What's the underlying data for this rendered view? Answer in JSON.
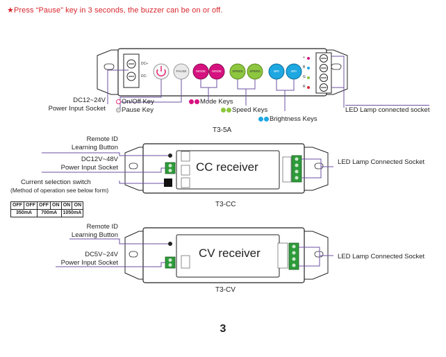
{
  "note": "★Press “Pause” key in 3 seconds, the buzzer can be  on or off.",
  "t35a": {
    "dc_plus": "DC+",
    "dc_minus": "DC-",
    "keys": {
      "power": "",
      "pause": "PAUSE",
      "mode": "MODE",
      "speed": "SPEED",
      "bri": "BRI"
    },
    "channels": [
      "+",
      "B",
      "G",
      "R"
    ],
    "power_socket_line1": "DC12~24V",
    "power_socket_line2": "Power Input Socket",
    "onoff_key": "On/Off  Key",
    "pause_key": "Pause Key",
    "mode_keys": "Mode Keys",
    "speed_keys": "Speed Keys",
    "brightness_keys": "Brightness Keys",
    "led_socket": "LED Lamp connected socket",
    "caption": "T3-5A"
  },
  "t3cc": {
    "remote_line1": "Remote ID",
    "remote_line2": "Learning Button",
    "power_line1": "DC12V~48V",
    "power_line2": "Power Input Socket",
    "switch_line1": "Current selection switch",
    "switch_line2": "(Method of operation see below form)",
    "receiver": "CC receiver",
    "led_socket": "LED Lamp Connected Socket",
    "caption": "T3-CC",
    "table_row1": [
      "OFF",
      "OFF",
      "OFF",
      "ON",
      "ON",
      "ON"
    ],
    "table_row2": [
      "350mA",
      "700mA",
      "1050mA"
    ]
  },
  "t3cv": {
    "remote_line1": "Remote ID",
    "remote_line2": "Learning Button",
    "power_line1": "DC5V~24V",
    "power_line2": "Power Input Socket",
    "receiver": "CV receiver",
    "led_socket": "LED Lamp Connected Socket",
    "caption": "T3-CV"
  },
  "page_number": "3",
  "colors": {
    "note_red": "#d7262e",
    "leader_purple": "#6b4fa0",
    "power_key": "#e8337b",
    "mode_key": "#d6117f",
    "speed_key": "#8dc63f",
    "bri_key": "#1ea7e1",
    "terminal_green": "#2e9b3a"
  }
}
